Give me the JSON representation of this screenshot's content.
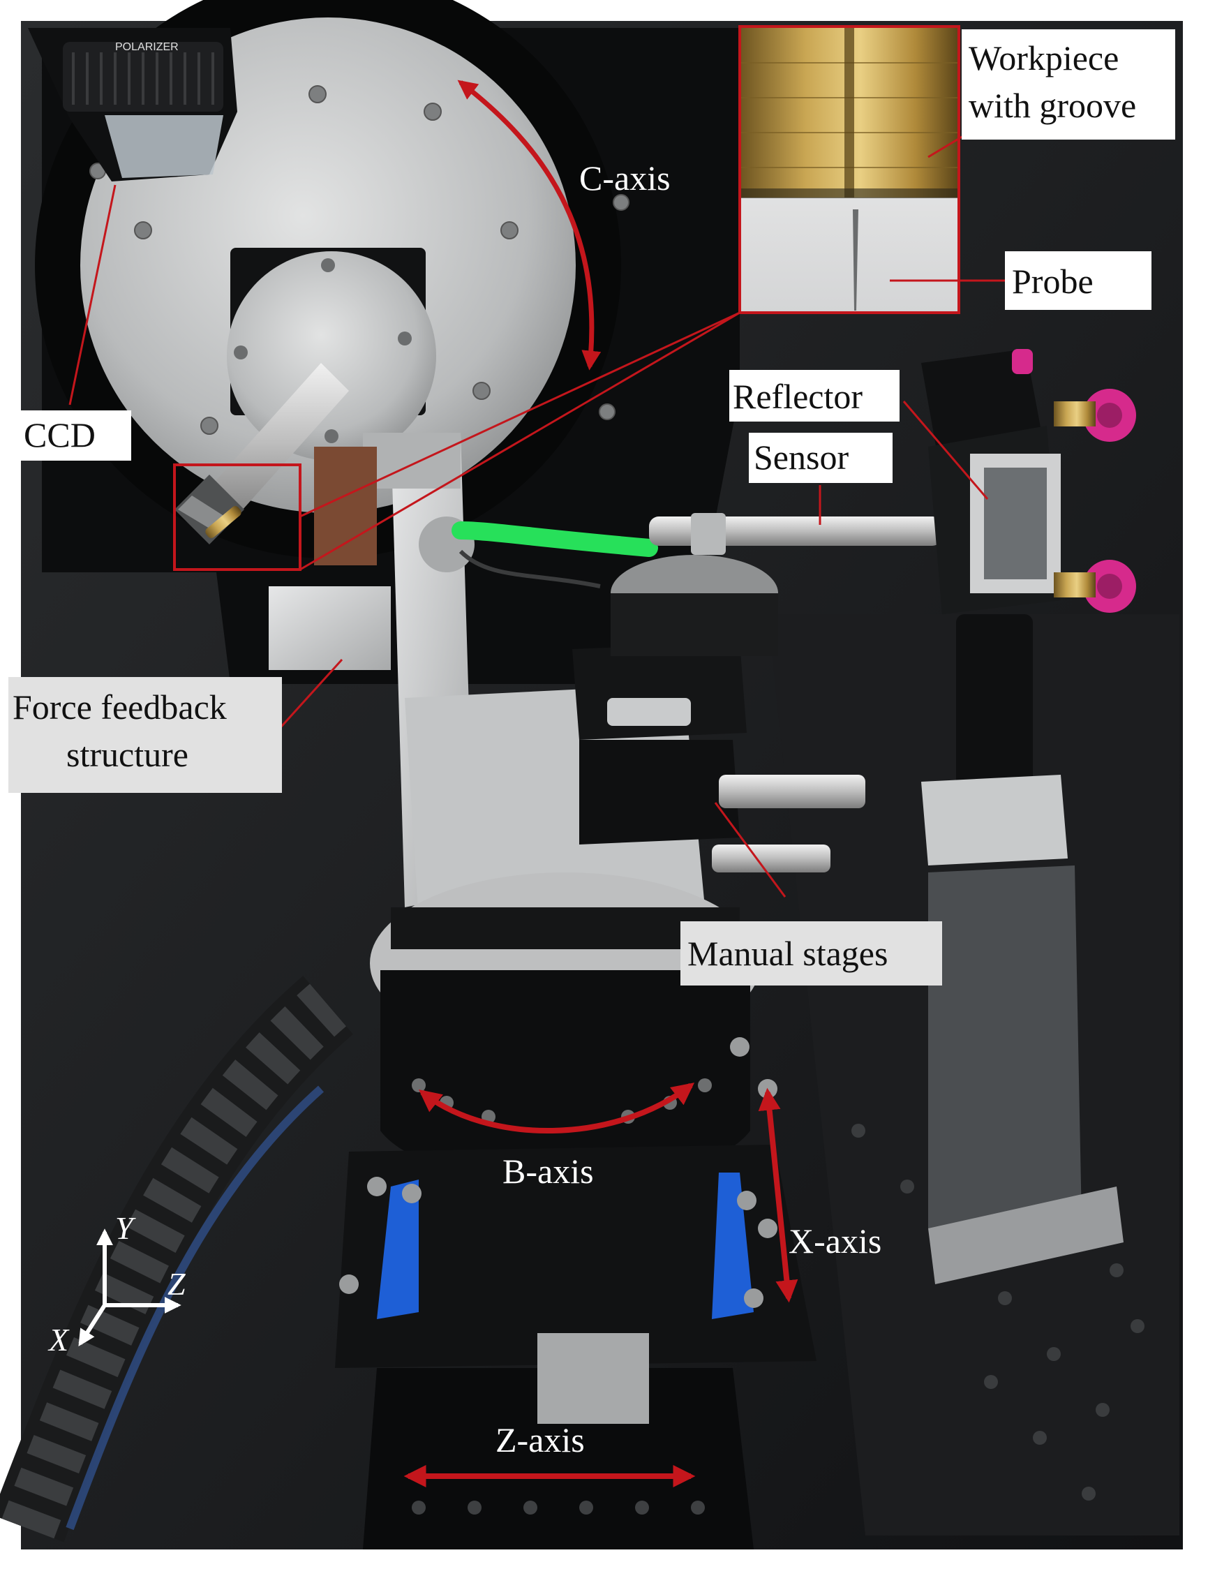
{
  "labels": {
    "workpiece": [
      "Workpiece",
      "with groove"
    ],
    "c_axis": "C-axis",
    "probe": "Probe",
    "ccd": "CCD",
    "reflector": "Reflector",
    "sensor": "Sensor",
    "force_feedback": [
      "Force feedback",
      "structure"
    ],
    "manual_stages": "Manual stages",
    "b_axis": "B-axis",
    "x_axis": "X-axis",
    "z_axis": "Z-axis"
  },
  "coord_axes": {
    "y": "Y",
    "z": "Z",
    "x": "X"
  },
  "lens_text": "POLARIZER",
  "colors": {
    "annotation_red": "#c4161c",
    "label_box": "#e1e1e1",
    "label_text": "#111111",
    "axis_white": "#ffffff",
    "green_cable": "#27e05a",
    "knob_magenta": "#d62a8c",
    "clamp_blue": "#1e5fd6",
    "brass": "#b98f3a",
    "aluminum": "#c9cbcc",
    "black_metal": "#141516"
  }
}
